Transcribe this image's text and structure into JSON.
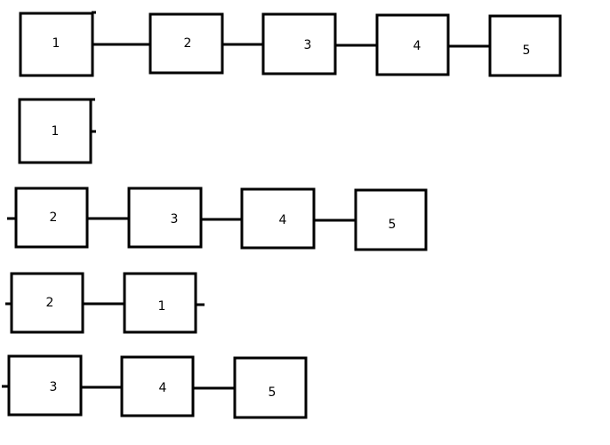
{
  "diagram": {
    "rows": [
      {
        "nodes": [
          "1",
          "2",
          "3",
          "4",
          "5"
        ]
      },
      {
        "nodes": [
          "1"
        ]
      },
      {
        "nodes": [
          "2",
          "3",
          "4",
          "5"
        ]
      },
      {
        "nodes": [
          "2",
          "1"
        ]
      },
      {
        "nodes": [
          "3",
          "4",
          "5"
        ]
      }
    ]
  },
  "colors": {
    "stroke": "#000000",
    "background": "#ffffff"
  }
}
